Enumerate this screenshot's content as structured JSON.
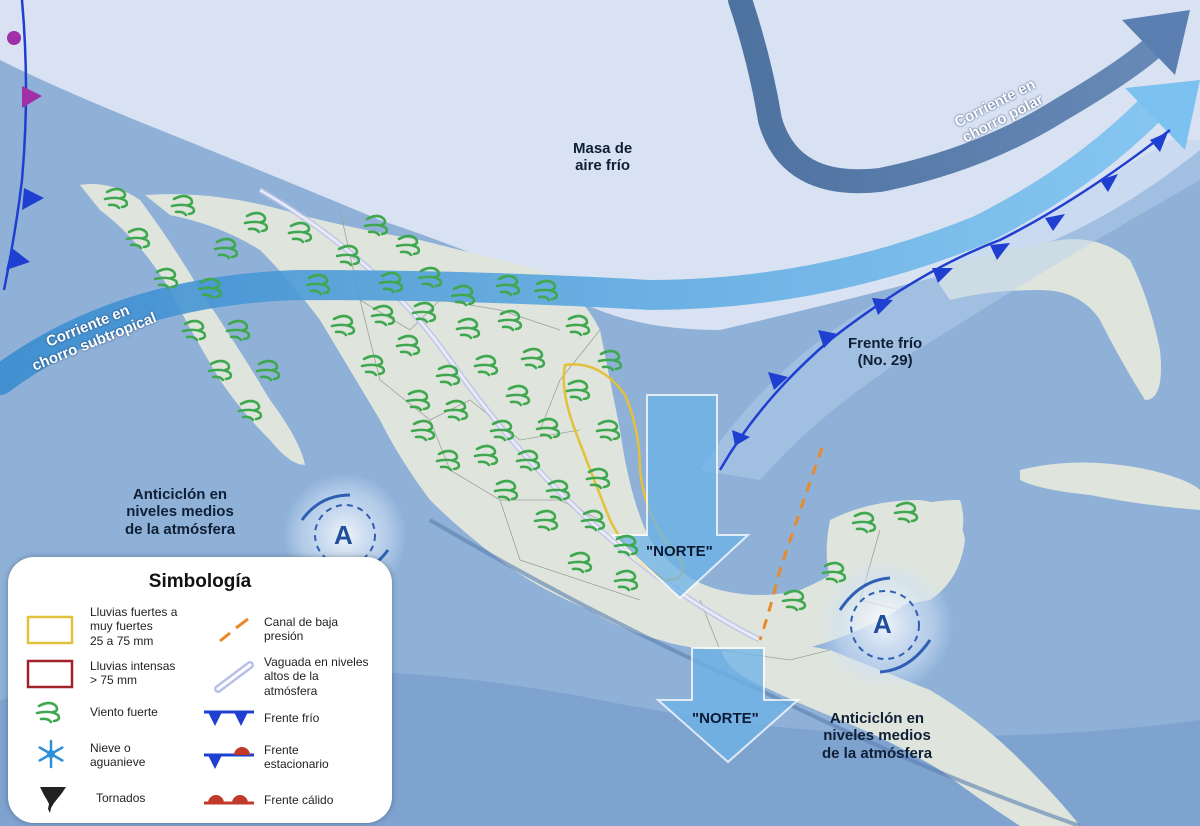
{
  "labels": {
    "cold_air_mass": [
      "Masa de",
      "aire frío"
    ],
    "polar_jet": [
      "Corriente en",
      "chorro polar"
    ],
    "subtropical_jet": [
      "Corriente en",
      "chorro subtropical"
    ],
    "cold_front": [
      "Frente frío",
      "(No. 29)"
    ],
    "anticyclone_west": [
      "Anticiclón en",
      "niveles medios",
      "de la atmósfera"
    ],
    "anticyclone_east": [
      "Anticiclón en",
      "niveles medios",
      "de la atmósfera"
    ],
    "norte_1": "\"NORTE\"",
    "norte_2": "\"NORTE\"",
    "anticyclone_letter": "A"
  },
  "legend": {
    "title": "Simbología",
    "heavy_rain": [
      "Lluvias fuertes a",
      "muy fuertes",
      "25 a 75 mm"
    ],
    "intense_rain": [
      "Lluvias intensas",
      "> 75 mm"
    ],
    "strong_wind": "Viento fuerte",
    "snow": [
      "Nieve o",
      "aguanieve"
    ],
    "tornado": "Tornados",
    "low_pressure_channel": [
      "Canal de baja",
      "presión"
    ],
    "upper_trough": [
      "Vaguada en niveles",
      "altos de la",
      "atmósfera"
    ],
    "cold_front": "Frente frío",
    "stationary_front": [
      "Frente",
      "estacionario"
    ],
    "warm_front": "Frente cálido"
  },
  "colors": {
    "ocean": "#8fb1d8",
    "land": "#dfe5dc",
    "cold_air": "#d9e2f2",
    "jet_polar": "#4a6fa0",
    "jet_subtropical": "#5aa6db",
    "cold_front": "#1f3fd1",
    "warm_front": "#c0392b",
    "heavy_rain": "#e3c13b",
    "intense_rain": "#a3222a",
    "wind": "#3fa84f",
    "norte_arrow": "#6db3e8",
    "low_pressure": "#e88a2a"
  },
  "icons": {
    "wind": "wind-swirl-icon",
    "snow": "snowflake-icon",
    "tornado": "tornado-icon"
  }
}
